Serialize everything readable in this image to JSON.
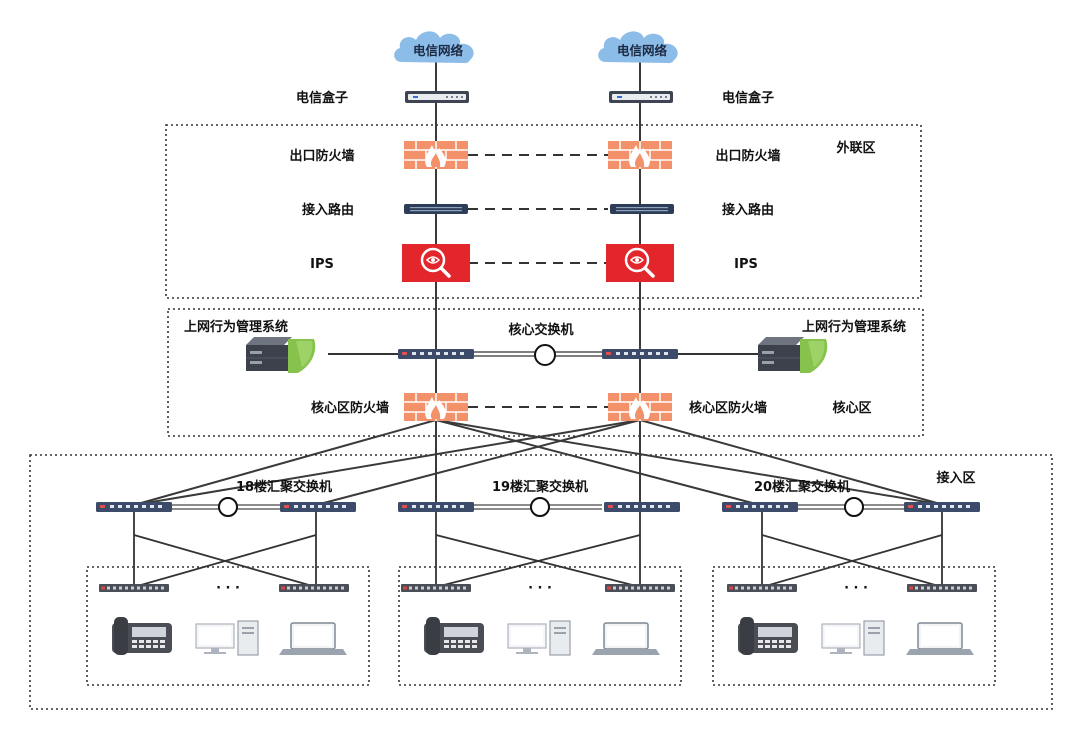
{
  "clouds": {
    "left": "电信网络",
    "right": "电信网络"
  },
  "modems": {
    "left": "电信盒子",
    "right": "电信盒子"
  },
  "zones": {
    "external": "外联区",
    "core": "核心区",
    "access": "接入区"
  },
  "devices": {
    "exit_firewall_left": "出口防火墙",
    "exit_firewall_right": "出口防火墙",
    "access_router_left": "接入路由",
    "access_router_right": "接入路由",
    "ips_left": "IPS",
    "ips_right": "IPS",
    "core_switch": "核心交换机",
    "behavior_mgmt_left": "上网行为管理系统",
    "behavior_mgmt_right": "上网行为管理系统",
    "core_firewall_left": "核心区防火墙",
    "core_firewall_right": "核心区防火墙"
  },
  "aggregation": {
    "f18": "18楼汇聚交换机",
    "f19": "19楼汇聚交换机",
    "f20": "20楼汇聚交换机"
  },
  "ellipsis": "· · ·",
  "colors": {
    "cloud": "#7fb6e6",
    "firewall": "#f08a5d",
    "ips": "#e0262b",
    "switch": "#3a4a66",
    "mgmt_green": "#7dc242",
    "line": "#333333"
  }
}
